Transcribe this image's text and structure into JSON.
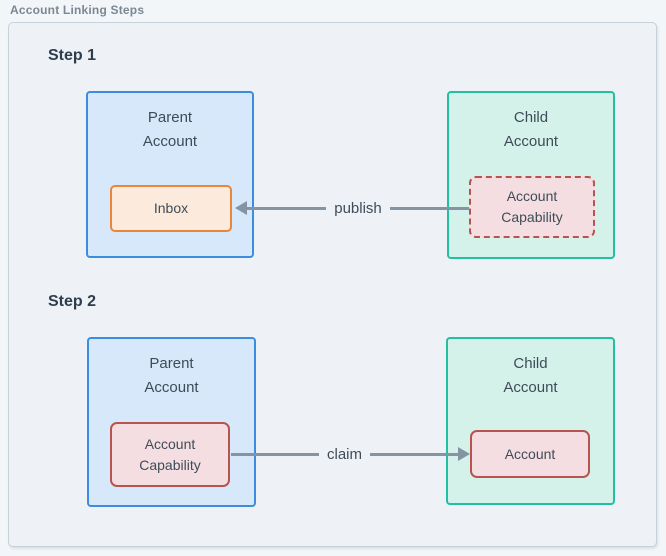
{
  "title": "Account Linking Steps",
  "colors": {
    "page_bg": "#f3f6f8",
    "frame_bg": "#eef2f6",
    "frame_border": "#c7d1da",
    "title_text": "#7b8794",
    "heading_text": "#2e3d4d",
    "box_text": "#3e4c59",
    "parent_fill": "#d7e8fa",
    "parent_border": "#3c8ce0",
    "child_fill": "#d5f2ea",
    "child_border": "#23bfa2",
    "inbox_fill": "#fcebdc",
    "inbox_border": "#e8873c",
    "capability_fill": "#f5dee1",
    "capability_border": "#b85450",
    "arrow": "#8494a2"
  },
  "steps": [
    {
      "label": "Step 1",
      "parent": {
        "title": "Parent\nAccount",
        "inner": "Inbox"
      },
      "child": {
        "title": "Child\nAccount",
        "inner": "Account\nCapability"
      },
      "arrow": {
        "label": "publish",
        "direction": "left"
      }
    },
    {
      "label": "Step 2",
      "parent": {
        "title": "Parent\nAccount",
        "inner": "Account\nCapability"
      },
      "child": {
        "title": "Child\nAccount",
        "inner": "Account"
      },
      "arrow": {
        "label": "claim",
        "direction": "right"
      }
    }
  ]
}
